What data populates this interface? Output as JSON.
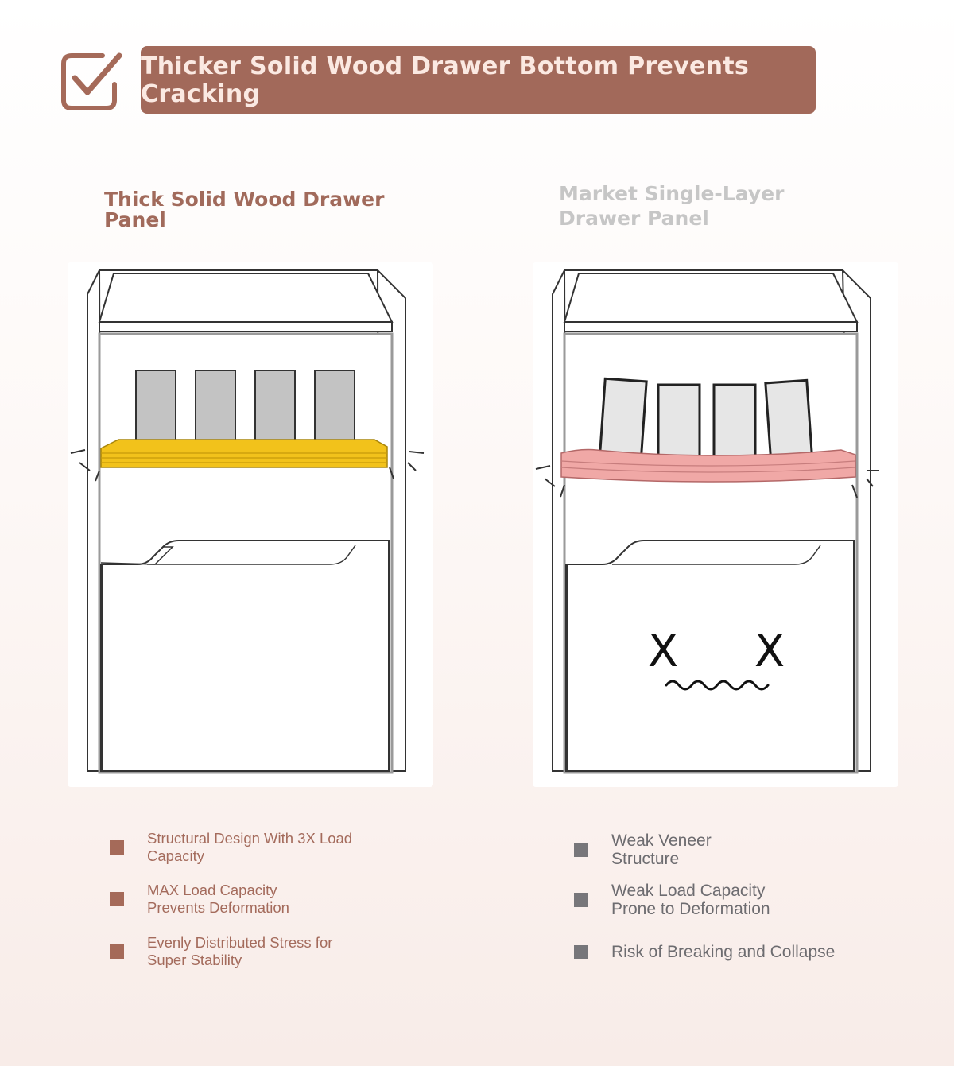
{
  "header": {
    "title": "Thicker Solid Wood Drawer Bottom Prevents Cracking",
    "icon": "checkbox-check-icon",
    "banner_color": "#a2695a",
    "text_color": "#fbe9e2"
  },
  "left_panel": {
    "title": "Thick Solid Wood Drawer Panel",
    "board_color": "#f2c21b",
    "features": [
      "Structural Design With 3X Load\nCapacity",
      "MAX Load Capacity\nPrevents Deformation",
      "Evenly Distributed Stress for\nSuper Stability"
    ]
  },
  "right_panel": {
    "title": "Market Single-Layer\nDrawer Panel",
    "board_color": "#f0a8a6",
    "face": "sad-face-icon",
    "face_left_eye": "X",
    "face_right_eye": "X",
    "features": [
      "Weak Veneer\nStructure",
      "Weak Load Capacity\nProne to Deformation",
      "Risk of Breaking and Collapse"
    ]
  }
}
